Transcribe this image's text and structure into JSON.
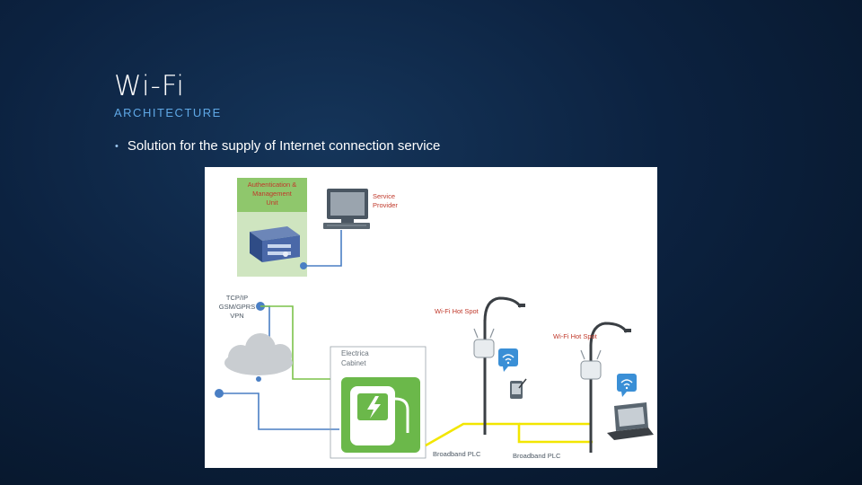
{
  "slide": {
    "title": "Wi-Fi",
    "subtitle": "ARCHITECTURE",
    "bullets": [
      "Solution for the supply of Internet connection service"
    ]
  },
  "diagram": {
    "auth_unit_lines": [
      "Authentication &",
      "Management",
      "Unit"
    ],
    "service_provider_lines": [
      "Service",
      "Provider"
    ],
    "network_lines": [
      "TCP/IP",
      "GSM/GPRS",
      "VPN"
    ],
    "electrical_cabinet_lines": [
      "Electrica",
      "Cabinet"
    ],
    "hotspot_1_label": "Wi-Fi Hot Spot",
    "hotspot_2_label": "Wi-Fi Hot Spot",
    "plc_1_label": "Broadband PLC",
    "plc_2_label": "Broadband PLC"
  },
  "colors": {
    "link_blue": "#4a7fc4",
    "link_green": "#7cc24a",
    "plc_yellow": "#f2e600",
    "label_red": "#d6312f",
    "auth_box_fill": "#cfe5c0",
    "auth_label_fill": "#8fc76c",
    "cabinet_green": "#6bb84a"
  }
}
